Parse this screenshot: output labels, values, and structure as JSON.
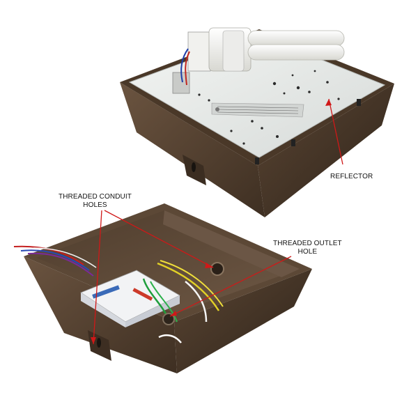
{
  "labels": {
    "reflector": "REFLECTOR",
    "threaded_conduit_line1": "THREADED CONDUIT",
    "threaded_conduit_line2": "HOLES",
    "threaded_outlet_line1": "THREADED OUTLET",
    "threaded_outlet_line2": "HOLE"
  },
  "colors": {
    "housing_bronze": "#5a4634",
    "reflector_white": "#e9ecea",
    "leader_line_red": "#d01818",
    "ballast_box": "#e4e6ea"
  }
}
